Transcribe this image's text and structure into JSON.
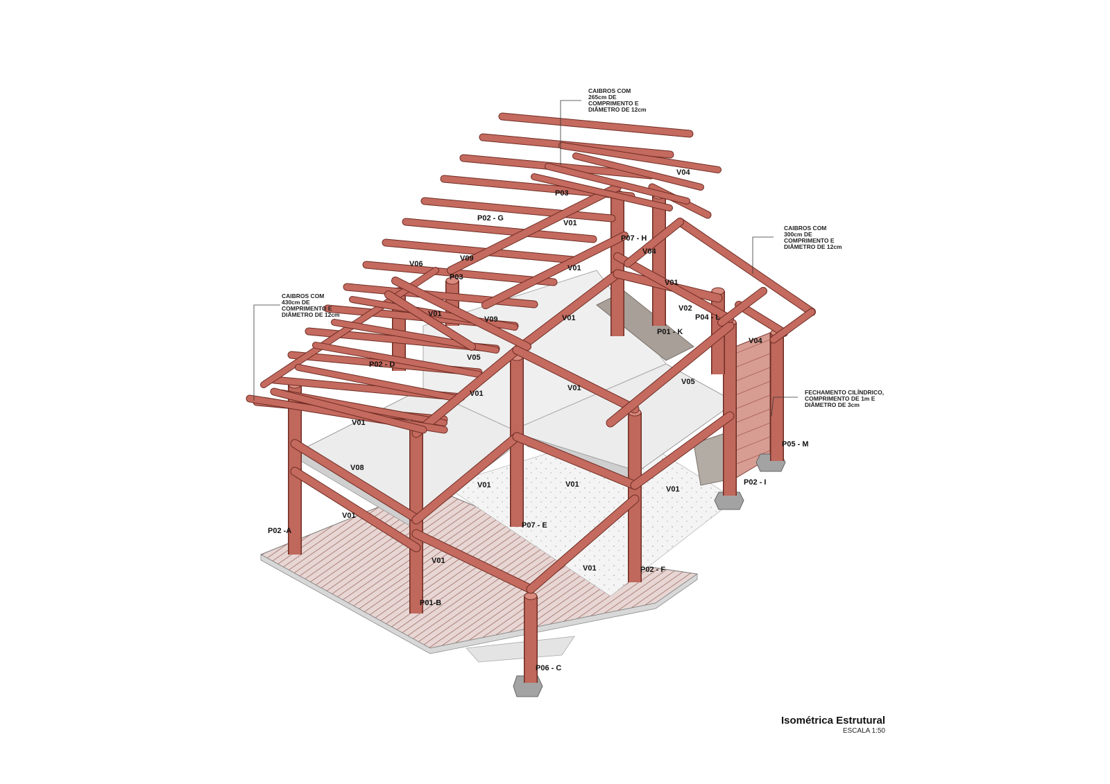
{
  "title_block": {
    "title": "Isométrica Estrutural",
    "scale": "ESCALA 1:50"
  },
  "notes": [
    {
      "lines": [
        "CAIBROS COM",
        "265cm DE",
        "COMPRIMENTO E",
        "DIÂMETRO DE 12cm"
      ]
    },
    {
      "lines": [
        "CAIBROS COM",
        "300cm DE",
        "COMPRIMENTO E",
        "DIÂMETRO DE 12cm"
      ]
    },
    {
      "lines": [
        "CAIBROS COM",
        "430cm DE",
        "COMPRIMENTO E",
        "DIÂMETRO DE 12cm"
      ]
    },
    {
      "lines": [
        "FECHAMENTO CILÍNDRICO,",
        "COMPRIMENTO DE 1m E",
        "DIÂMETRO DE 3cm"
      ]
    }
  ],
  "labels": [
    "V04",
    "P03",
    "P02 - G",
    "V01",
    "P07 - H",
    "V04",
    "V06",
    "V09",
    "V01",
    "P03",
    "V01",
    "V02",
    "P04 - L",
    "V01",
    "V09",
    "V01",
    "P01 - K",
    "V04",
    "P02 - D",
    "V05",
    "V01",
    "V05",
    "V01",
    "V01",
    "V08",
    "V01",
    "V01",
    "V01",
    "P05 - M",
    "V01",
    "P02 - I",
    "P02 -A",
    "P07 - E",
    "V01",
    "V01",
    "P02 - F",
    "P01-B",
    "P06 - C"
  ],
  "colors": {
    "timber": "#c46a5e",
    "timber_outline": "#6e2c24",
    "slab": "#e8e8e8",
    "deck": "#d9c7c4",
    "footing": "#9a9a9a"
  }
}
